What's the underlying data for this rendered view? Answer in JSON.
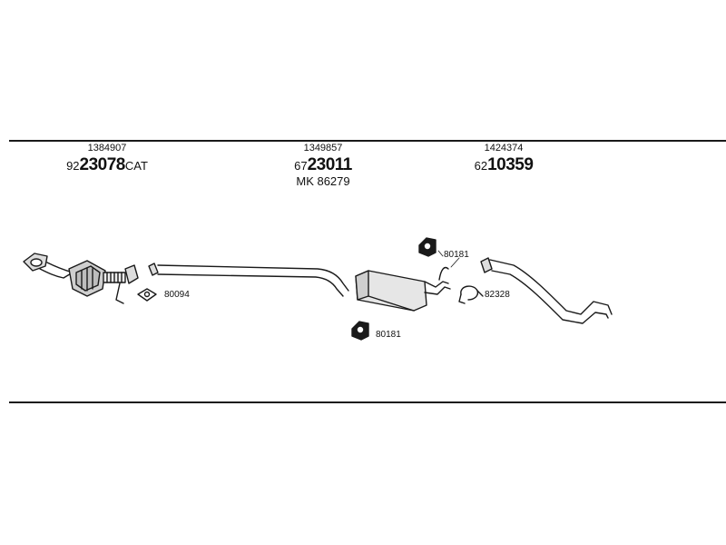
{
  "groups": [
    {
      "oem": "1384907",
      "prefix": "92",
      "main": "23078",
      "suffix": "CAT"
    },
    {
      "oem": "1349857",
      "prefix": "67",
      "main": "23011",
      "suffix": "",
      "mk": "MK  86279"
    },
    {
      "oem": "1424374",
      "prefix": "62",
      "main": "10359",
      "suffix": ""
    }
  ],
  "callouts": {
    "gasket": "80094",
    "mount_lower": "80181",
    "mount_upper": "80181",
    "clamp": "82328"
  }
}
